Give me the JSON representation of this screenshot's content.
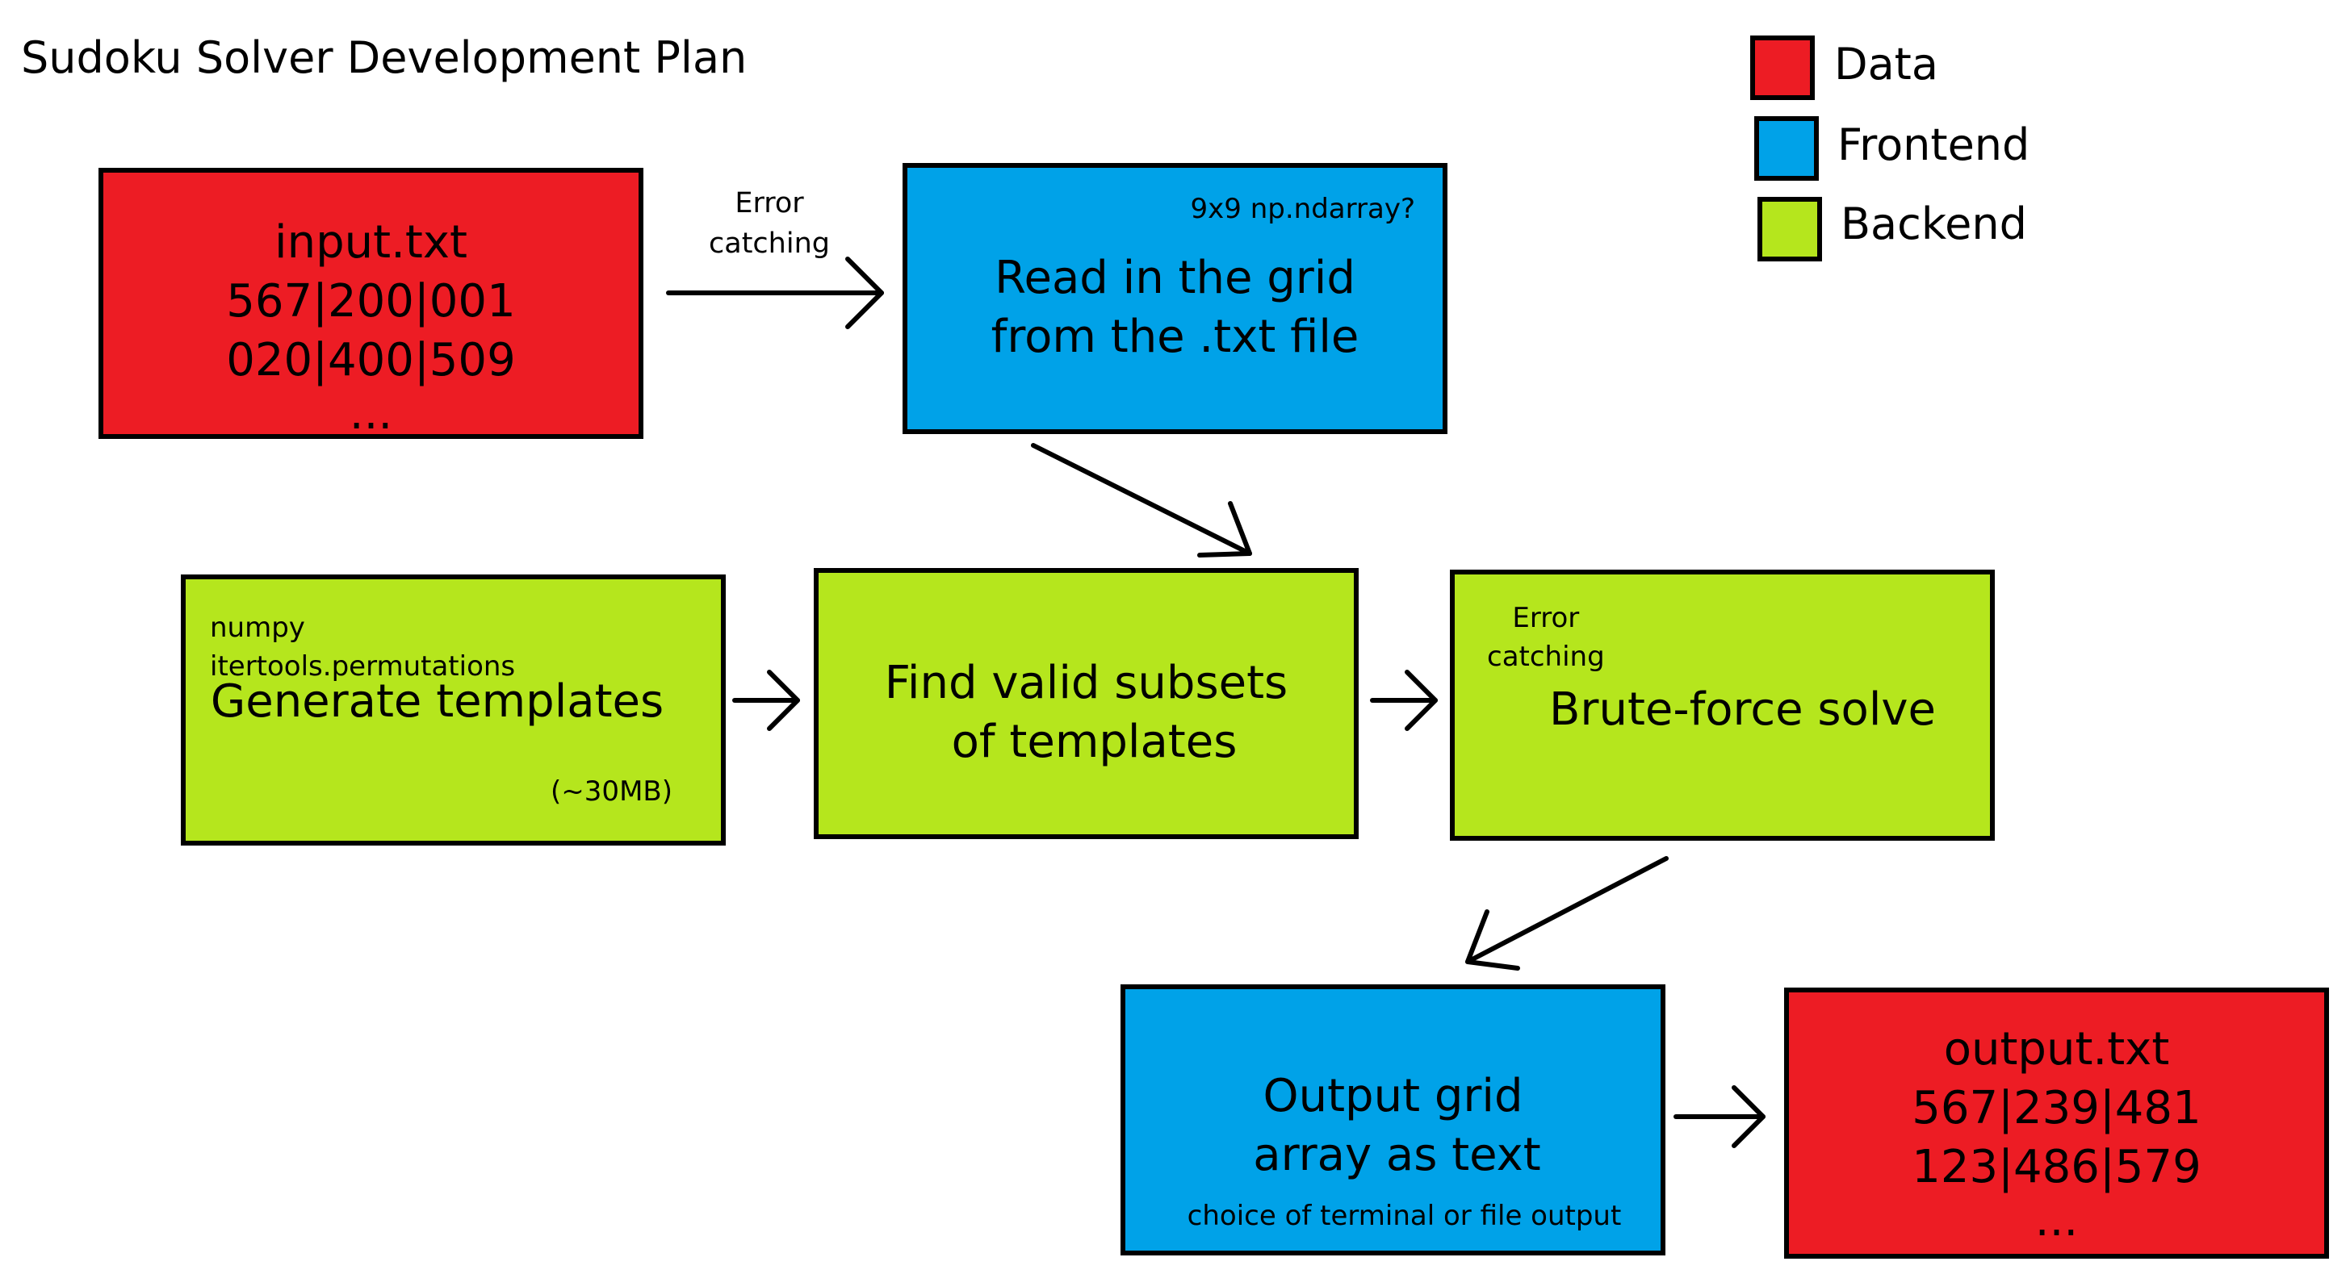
{
  "title": "Sudoku Solver Development Plan",
  "colors": {
    "data": "#ED1C24",
    "frontend": "#00A2E8",
    "backend": "#B5E61D",
    "border": "#000000"
  },
  "legend": [
    {
      "label": "Data",
      "color": "#ED1C24"
    },
    {
      "label": "Frontend",
      "color": "#00A2E8"
    },
    {
      "label": "Backend",
      "color": "#B5E61D"
    }
  ],
  "nodes": {
    "input": {
      "category": "data",
      "lines": [
        "input.txt",
        "567|200|001",
        "020|400|509",
        "..."
      ]
    },
    "read_grid": {
      "category": "frontend",
      "lines": [
        "Read in the grid",
        "from the .txt file"
      ],
      "note": "9x9 np.ndarray?"
    },
    "generate": {
      "category": "backend",
      "lines": [
        "Generate templates"
      ],
      "note_top": [
        "numpy",
        "itertools.permutations"
      ],
      "note_bottom": "(~30MB)"
    },
    "find_subsets": {
      "category": "backend",
      "lines": [
        "Find valid subsets",
        "of templates"
      ]
    },
    "brute_force": {
      "category": "backend",
      "lines": [
        "Brute-force solve"
      ],
      "note_top": [
        "Error",
        "catching"
      ]
    },
    "output_grid": {
      "category": "frontend",
      "lines": [
        "Output grid",
        "array as text"
      ],
      "note": "choice of terminal or file output"
    },
    "output": {
      "category": "data",
      "lines": [
        "output.txt",
        "567|239|481",
        "123|486|579",
        "..."
      ]
    }
  },
  "edges": [
    {
      "from": "input",
      "to": "read_grid",
      "label": [
        "Error",
        "catching"
      ]
    },
    {
      "from": "read_grid",
      "to": "find_subsets"
    },
    {
      "from": "generate",
      "to": "find_subsets"
    },
    {
      "from": "find_subsets",
      "to": "brute_force"
    },
    {
      "from": "brute_force",
      "to": "output_grid"
    },
    {
      "from": "output_grid",
      "to": "output"
    }
  ]
}
